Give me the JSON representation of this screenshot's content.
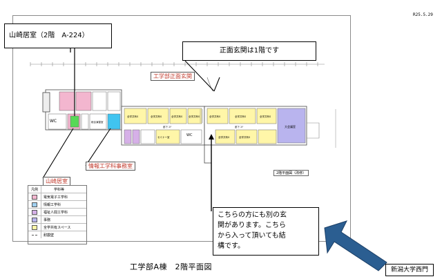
{
  "date": "R25.5.29",
  "callouts": {
    "room": "山崎居室（2階　A-224）",
    "entrance": "正面玄関は1階です",
    "other_entrance": [
      "こちらの方にも別の玄",
      "関があります。こちら",
      "から入って頂いても結",
      "構です。"
    ]
  },
  "labels": {
    "front_entrance": "工学部正面玄関",
    "office": "情報工学科事務室",
    "room": "山崎居室"
  },
  "plan_title": "工学部A棟　2階平面図",
  "corner_label": "新潟大学西門",
  "floor_label": "2階平面図（改修）",
  "legend": {
    "header_key": "凡例",
    "header_name": "学科等",
    "rows": [
      {
        "name": "電気電子工学科",
        "color": "#f3b6cf"
      },
      {
        "name": "情報工学科",
        "color": "#9fd0f0"
      },
      {
        "name": "福祉人間工学科",
        "color": "#d6b0e8"
      },
      {
        "name": "事務",
        "color": "#b9b4ee"
      },
      {
        "name": "全学共有スペース",
        "color": "#fff6a8"
      },
      {
        "name": "耐震壁",
        "color": "#ffffff"
      }
    ]
  },
  "rooms": {
    "wc1": "WC",
    "wc2": "WC",
    "meeting": "総合演習室",
    "shared_a": "全学共有S",
    "shared_b": "全学共有S",
    "shared_c": "全学共有S",
    "shared_d": "全学共有S",
    "shared_e": "全学共有S",
    "shared_f": "全学共有S",
    "shared_g": "全学共有S",
    "shared_h": "全学共有S",
    "shared_i": "全学共有S",
    "lecture": "大会議室",
    "small": "セミナー室"
  },
  "colors": {
    "pink": "#f3b6cf",
    "green": "#57d957",
    "cyan": "#40c4f0",
    "yellow": "#fff6a8",
    "purple": "#b9b4ee",
    "arrow_blue": "#2b5e91"
  }
}
